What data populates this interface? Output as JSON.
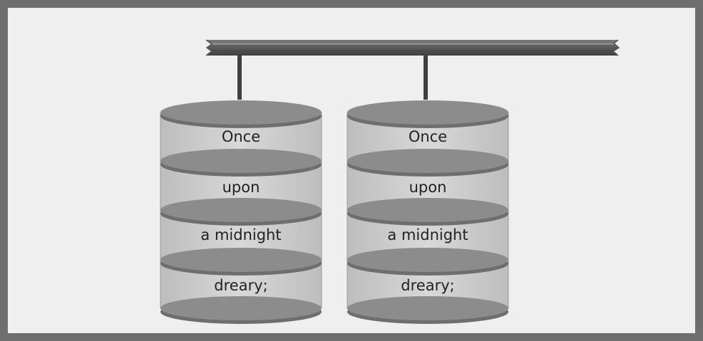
{
  "diagram": {
    "colors": {
      "background": "#efefef",
      "frame": "#6e6e6e",
      "bar": "#5a5a5a",
      "platter": "#8c8c8c",
      "platter_edge": "#6e6e6e",
      "cylinder_body": "#cfcfcf"
    },
    "disks": [
      {
        "id": "disk-left",
        "segments": [
          {
            "text": "Once"
          },
          {
            "text": "upon"
          },
          {
            "text": "a midnight"
          },
          {
            "text": "dreary;"
          }
        ]
      },
      {
        "id": "disk-right",
        "segments": [
          {
            "text": "Once"
          },
          {
            "text": "upon"
          },
          {
            "text": "a midnight"
          },
          {
            "text": "dreary;"
          }
        ]
      }
    ]
  }
}
